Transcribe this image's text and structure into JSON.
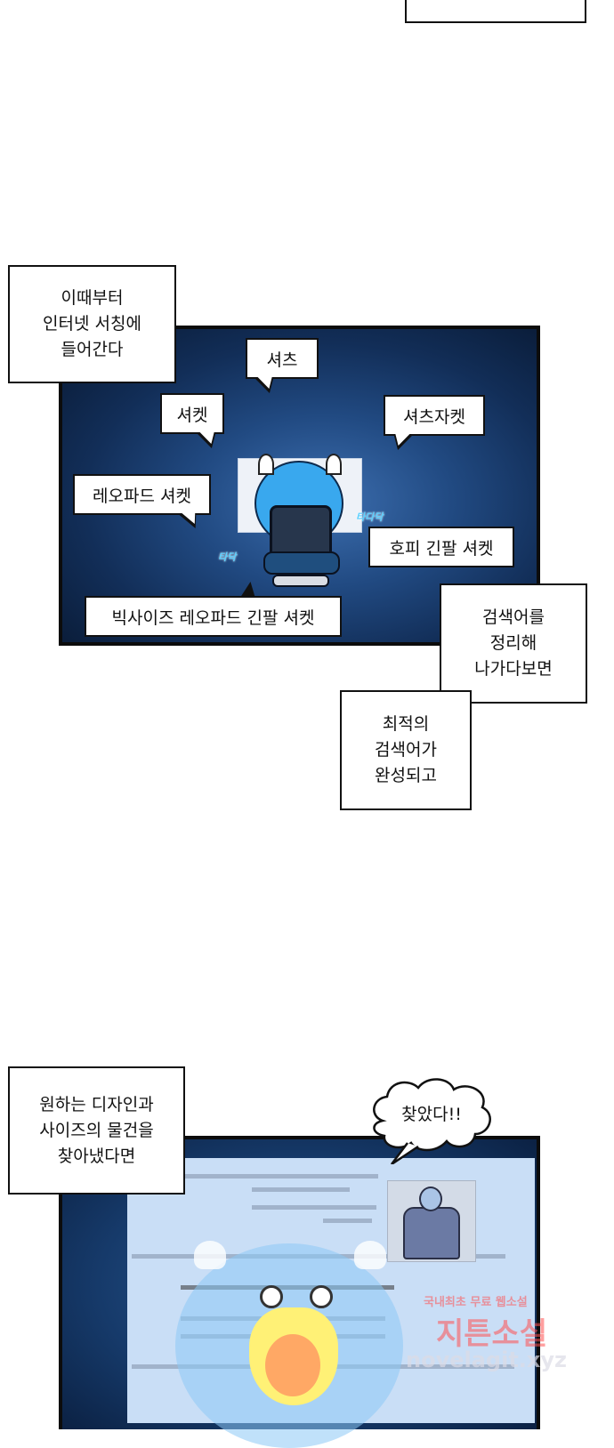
{
  "panel1": {
    "narration": "이때부터\n인터넷 서칭에\n들어간다",
    "bubbles": {
      "b1": "셔츠",
      "b2": "셔켓",
      "b3": "셔츠자켓",
      "b4": "레오파드 셔켓",
      "b5": "호피 긴팔 셔켓",
      "b6": "빅사이즈 레오파드 긴팔 셔켓"
    },
    "sfx_left": "타닥",
    "sfx_right": "타다닥"
  },
  "narration2": "검색어를\n정리해\n나가다보면",
  "narration3": "최적의\n검색어가\n완성되고",
  "panel2": {
    "narration": "원하는 디자인과\n사이즈의 물건을\n찾아냈다면",
    "shout": "찾았다!!"
  },
  "watermark": {
    "line1": "국내최초 무료 웹소설",
    "line2": "지튼소설",
    "line3": "novelagit.xyz"
  }
}
